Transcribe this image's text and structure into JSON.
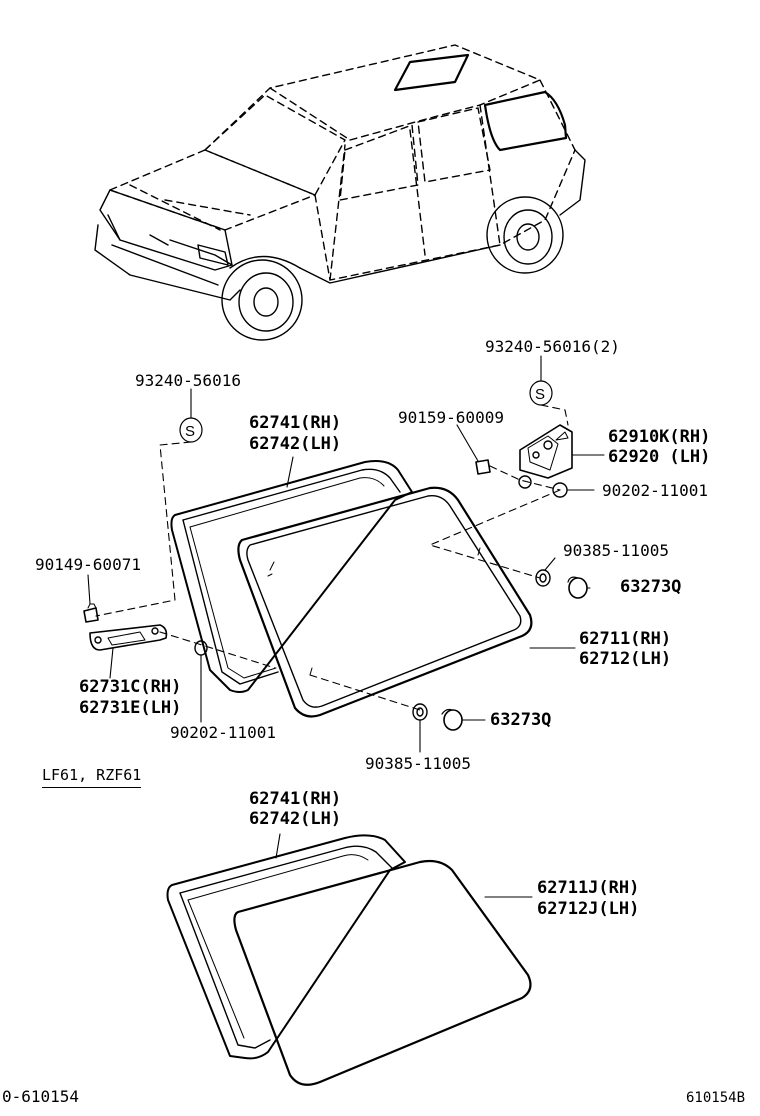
{
  "labels": {
    "l_93240_56016_2": "93240-56016(2)",
    "l_93240_56016": "93240-56016",
    "l_90159_60009": "90159-60009",
    "l_62910k": "62910K(RH)",
    "l_62920": "62920  (LH)",
    "l_90202_11001_r": "90202-11001",
    "l_62741_top": "62741(RH)",
    "l_62742_top": "62742(LH)",
    "l_90385_11005_r": "90385-11005",
    "l_63273q_r": "63273Q",
    "l_90149_60071": "90149-60071",
    "l_62711": "62711(RH)",
    "l_62712": "62712(LH)",
    "l_62731c": "62731C(RH)",
    "l_62731e": "62731E(LH)",
    "l_90202_11001_l": "90202-11001",
    "l_63273q_b": "63273Q",
    "l_90385_11005_b": "90385-11005",
    "l_62741_bot": "62741(RH)",
    "l_62742_bot": "62742(LH)",
    "l_62711j": "62711J(RH)",
    "l_62712j": "62712J(LH)"
  },
  "variant_note": "LF61, RZF61",
  "footer": {
    "left": "0-610154",
    "right": "610154B"
  },
  "marker": "S"
}
